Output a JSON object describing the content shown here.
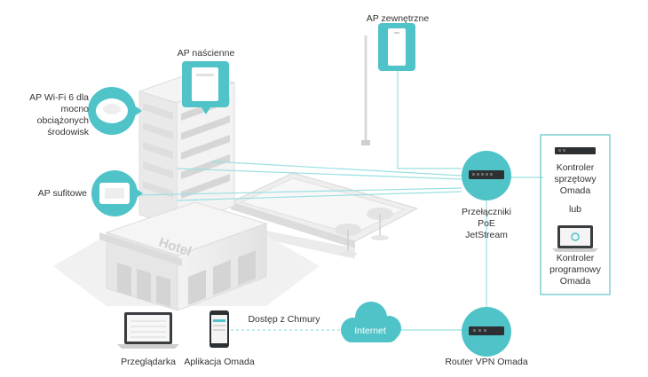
{
  "labels": {
    "ap_outdoor": "AP zewnętrzne",
    "ap_wall": "AP naścienne",
    "ap_wifi6": [
      "AP Wi-Fi 6 dla",
      "mocno",
      "obciążonych",
      "środowisk"
    ],
    "ap_ceiling": "AP sufitowe",
    "poe_switch": [
      "Przełączniki",
      "PoE",
      "JetStream"
    ],
    "hw_controller": [
      "Kontroler",
      "sprzętowy",
      "Omada"
    ],
    "or": "lub",
    "sw_controller": [
      "Kontroler",
      "programowy",
      "Omada"
    ],
    "browser": "Przeglądarka",
    "app": "Aplikacja Omada",
    "cloud_access": "Dostęp z Chmury",
    "internet": "Internet",
    "router": "Router VPN Omada",
    "hotel": "Hotel"
  },
  "colors": {
    "accent": "#4fc3c8",
    "accent_dark": "#2fa9ae",
    "building": "#e9e9e9",
    "line": "#9adfe2"
  }
}
